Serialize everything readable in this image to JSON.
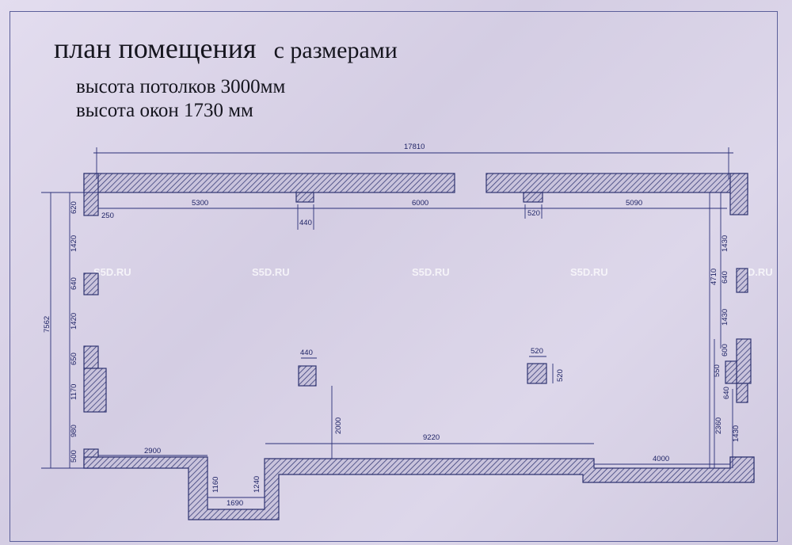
{
  "title": "план помещения",
  "title_suffix": "с размерами",
  "ceiling_height": "высота потолков 3000мм",
  "window_height": "высота окон 1730 мм",
  "watermark": "S5D.RU",
  "dims": {
    "total_width": "17810",
    "top_left_seg": "5300",
    "top_mid_seg": "6000",
    "top_right_seg": "5090",
    "top_offset": "250",
    "top_col1": "440",
    "top_col2": "520",
    "left_total": "7562",
    "left_1": "620",
    "left_2": "1420",
    "left_3": "640",
    "left_4": "1420",
    "left_5": "650",
    "left_6": "1170",
    "left_7": "980",
    "left_8": "500",
    "right_1": "1430",
    "right_2": "640",
    "right_3": "1430",
    "right_total": "4710",
    "right_4": "600",
    "right_5": "550",
    "right_6": "640",
    "right_7": "1430",
    "right_8": "2360",
    "col1_size": "440",
    "col2_w": "520",
    "col2_h": "520",
    "col_offset": "2000",
    "bottom_mid": "9220",
    "bottom_left": "2900",
    "bottom_right": "4000",
    "niche_w": "1690",
    "niche_l": "1160",
    "niche_r": "1240"
  }
}
